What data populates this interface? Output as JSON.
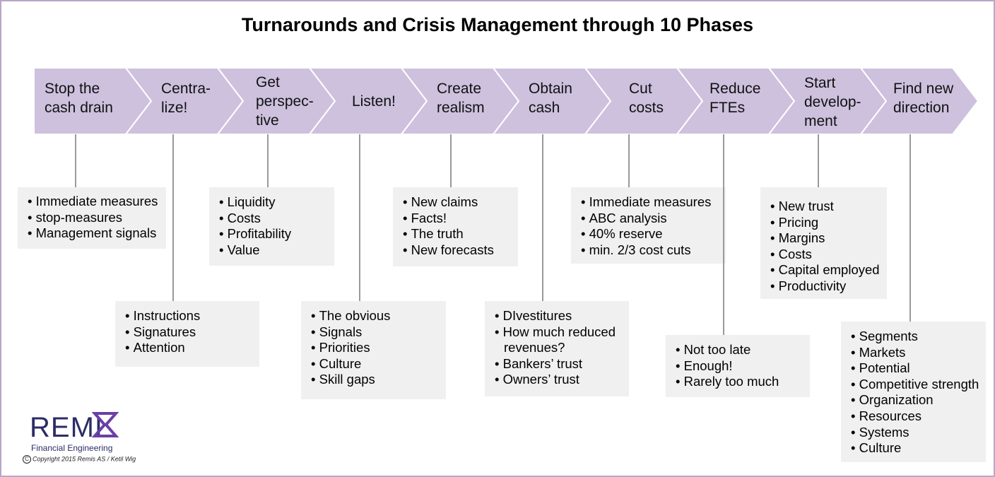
{
  "title": "Turnarounds and Crisis Management through 10 Phases",
  "colors": {
    "chevron": "#cdc1de",
    "box": "#f0f0f0",
    "connector": "#9a9a9a",
    "logo": "#2c2c66",
    "logo_accent": "#6b3fa6"
  },
  "phases": [
    {
      "label_lines": [
        "Stop the",
        "cash drain"
      ],
      "items": [
        "Immediate measures",
        "stop-measures",
        "Management signals"
      ]
    },
    {
      "label_lines": [
        "Centra-",
        "lize!"
      ],
      "items": [
        "Instructions",
        "Signatures",
        "Attention"
      ]
    },
    {
      "label_lines": [
        "Get",
        "perspec-",
        "tive"
      ],
      "items": [
        "Liquidity",
        "Costs",
        "Profitability",
        "Value"
      ]
    },
    {
      "label_lines": [
        "Listen!"
      ],
      "items": [
        "The obvious",
        "Signals",
        "Priorities",
        "Culture",
        "Skill gaps"
      ]
    },
    {
      "label_lines": [
        "Create",
        "realism"
      ],
      "items": [
        "New claims",
        "Facts!",
        "The truth",
        "New forecasts"
      ]
    },
    {
      "label_lines": [
        "Obtain",
        "cash"
      ],
      "items": [
        "DIvestitures",
        "How much reduced revenues?",
        "Bankers’ trust",
        "Owners’ trust"
      ]
    },
    {
      "label_lines": [
        "Cut",
        "costs"
      ],
      "items": [
        "Immediate measures",
        "ABC analysis",
        "40% reserve",
        "min. 2/3 cost cuts"
      ]
    },
    {
      "label_lines": [
        "Reduce",
        "FTEs"
      ],
      "items": [
        "Not too late",
        "Enough!",
        "Rarely too much"
      ]
    },
    {
      "label_lines": [
        "Start",
        "develop-",
        "ment"
      ],
      "items": [
        "New trust",
        "Pricing",
        "Margins",
        "Costs",
        "Capital employed",
        "Productivity"
      ]
    },
    {
      "label_lines": [
        "Find new",
        "direction"
      ],
      "items": [
        "Segments",
        "Markets",
        "Potential",
        "Competitive strength",
        "Organization",
        "Resources",
        "Systems",
        "Culture"
      ]
    }
  ],
  "logo": {
    "name": "REMI",
    "subtitle": "Financial Engineering",
    "copyright": "Copyright  2015 Remis AS / Ketil Wig"
  }
}
